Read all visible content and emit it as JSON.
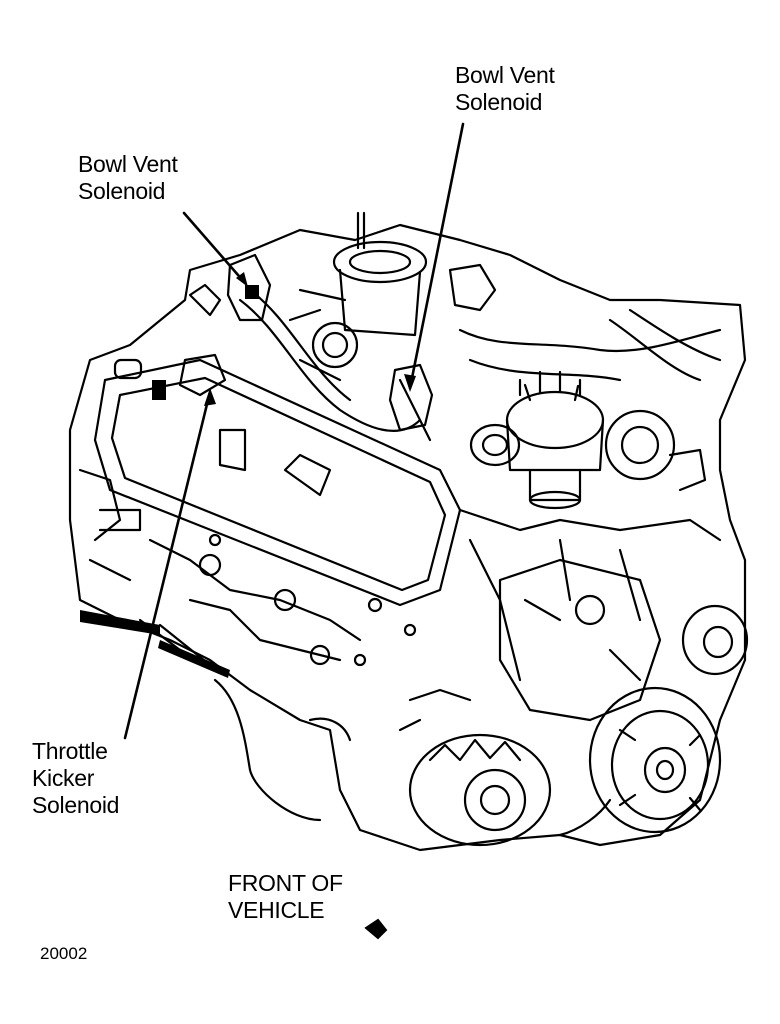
{
  "callouts": {
    "bowl_vent_right": {
      "line1": "Bowl Vent",
      "line2": "Solenoid"
    },
    "bowl_vent_left": {
      "line1": "Bowl Vent",
      "line2": "Solenoid"
    },
    "throttle_kicker": {
      "line1": "Throttle",
      "line2": "Kicker",
      "line3": "Solenoid"
    }
  },
  "orientation": {
    "line1": "FRONT OF",
    "line2": "VEHICLE"
  },
  "figure_number": "20002"
}
